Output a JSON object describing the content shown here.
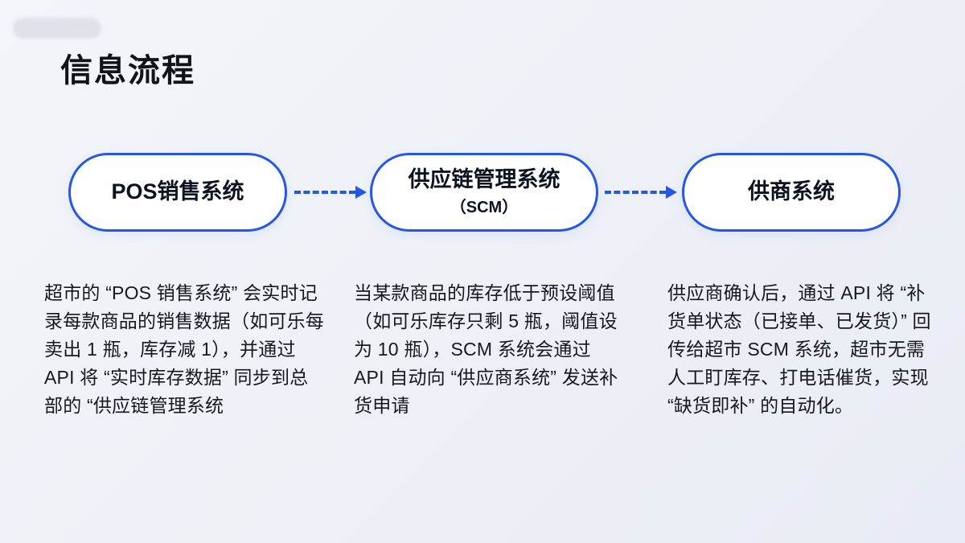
{
  "page": {
    "title": "信息流程",
    "accent_color": "#2457e6",
    "background_color": "#edf0f6"
  },
  "nodes": [
    {
      "label": "POS销售系统",
      "sub": ""
    },
    {
      "label": "供应链管理系统",
      "sub": "（SCM）"
    },
    {
      "label": "供商系统",
      "sub": ""
    }
  ],
  "arrows": [
    {
      "from": "POS销售系统",
      "to": "供应链管理系统",
      "style": "dashed"
    },
    {
      "from": "供应链管理系统",
      "to": "供商系统",
      "style": "dashed"
    }
  ],
  "descriptions": [
    {
      "text": "超市的 “POS 销售系统” 会实时记录每款商品的销售数据（如可乐每卖出 1 瓶，库存减 1），并通过 API 将 “实时库存数据” 同步到总部的 “供应链管理系统"
    },
    {
      "text": "当某款商品的库存低于预设阈值（如可乐库存只剩 5 瓶，阈值设为 10 瓶），SCM 系统会通过 API 自动向 “供应商系统” 发送补货申请"
    },
    {
      "text": "供应商确认后，通过 API 将 “补货单状态（已接单、已发货）” 回传给超市 SCM 系统，超市无需人工盯库存、打电话催货，实现 “缺货即补” 的自动化。"
    }
  ]
}
